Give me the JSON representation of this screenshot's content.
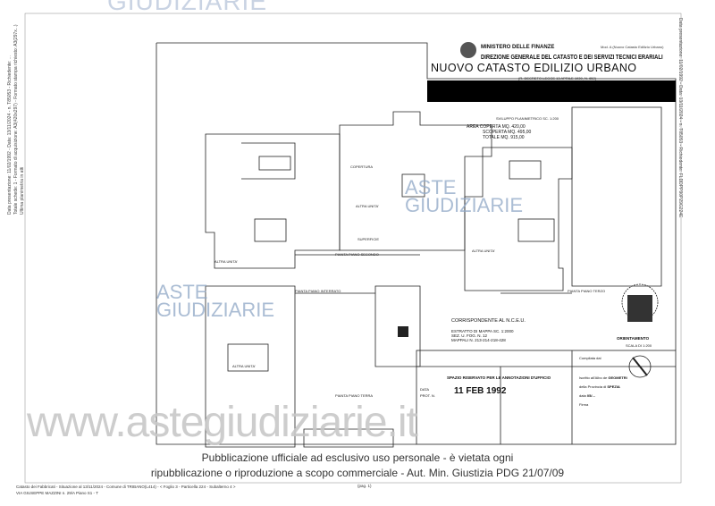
{
  "watermark_top": "GIUDIZIARIE",
  "watermark_logo": {
    "line1": "ASTE",
    "line2": "GIUDIZIARIE"
  },
  "watermark_url": "www.astegiudiziarie.it",
  "side_left": {
    "line1": "Data presentazione: 11/02/1992 - Data: 13/11/2024 - n. T85053 - Richiedente: ...",
    "line2": "Totale schede: 1 - Formato di acquisizione: A3(420x297) - Formato stampa richiesto: A3(297x...)",
    "line3": "Ultima planimetria in atti"
  },
  "side_right": "Data presentazione: 11/02/1992 - Data: 13/11/2024 - n. T85053 - Richiedente: FLDDPP90P29G224E",
  "header": {
    "ministry": "MINISTERO DELLE FINANZE",
    "direction": "DIREZIONE GENERALE DEL CATASTO E DEI SERVIZI TECNICI ERARIALI",
    "form_ref": "Mod. A (Nuovo Catasto Edilizio Urbano)",
    "title": "NUOVO CATASTO EDILIZIO URBANO",
    "subtitle": "(R. DECRETO-LEGGE 13 APRILE 1939, N. 652)"
  },
  "plan": {
    "scale_note": "SVILUPPO PLANIMETRICO SC. 1:200",
    "areas": [
      {
        "label": "AREA COPERTA",
        "value": "MQ. 420,00"
      },
      {
        "label": "SCOPERTA",
        "value": "MQ. 495,00"
      },
      {
        "label": "TOTALE",
        "value": "MQ. 915,00"
      }
    ],
    "labels": {
      "altra_unita": "ALTRA UNITA'",
      "superficie": "SUPERFICIE",
      "piano_secondo": "PIANTA PIANO SECONDO",
      "piano_interrato": "PIANTA PIANO INTERRATO",
      "piano_terzo": "PIANTA PIANO TERZO",
      "piano_terra": "PIANTA PIANO TERRA",
      "copertura": "COPERTURA"
    },
    "corrispondente": "CORRISPONDENTE AL N.C.E.U.",
    "estratto": [
      "ESTRATTO DI MAPPA SC. 1:2000",
      "SEZ. U. FOG. N. 12",
      "MAPPALI N. 213-214-218-428"
    ],
    "orientamento": "ORIENTAMENTO",
    "scala": "SCALA DI 1:200"
  },
  "annotations": {
    "title": "SPAZIO RISERVATO PER LE ANNOTAZIONI D'UFFICIO",
    "data_label": "DATA",
    "prot_label": "PROT. N.",
    "stamp_date": "11 FEB 1992"
  },
  "compilation": {
    "compilata_label": "Compilata dal",
    "iscritto_label": "Iscritto all'Albo de",
    "iscritto_value": "GEOMETRI",
    "provincia_label": "della Provincia di",
    "provincia_value": "SPEZIA",
    "data_label": "data",
    "data_value": "05/...",
    "firma_label": "Firma"
  },
  "footer": {
    "line1": "Pubblicazione ufficiale ad esclusivo uso personale - è vietata ogni",
    "line2": "ripubblicazione o riproduzione a scopo commerciale - Aut. Min. Giustizia PDG 21/07/09",
    "catasto": "Catasto dei Fabbricati - Situazione al 13/11/2024 - Comune di TRIBANO(L414) - < Foglio 3 - Particella 224 - Subalterno 4 >",
    "address": "VIA GIUSEPPE MAZZINI n. 29/A Piano S1 - T",
    "page": "(pag. 1)"
  }
}
